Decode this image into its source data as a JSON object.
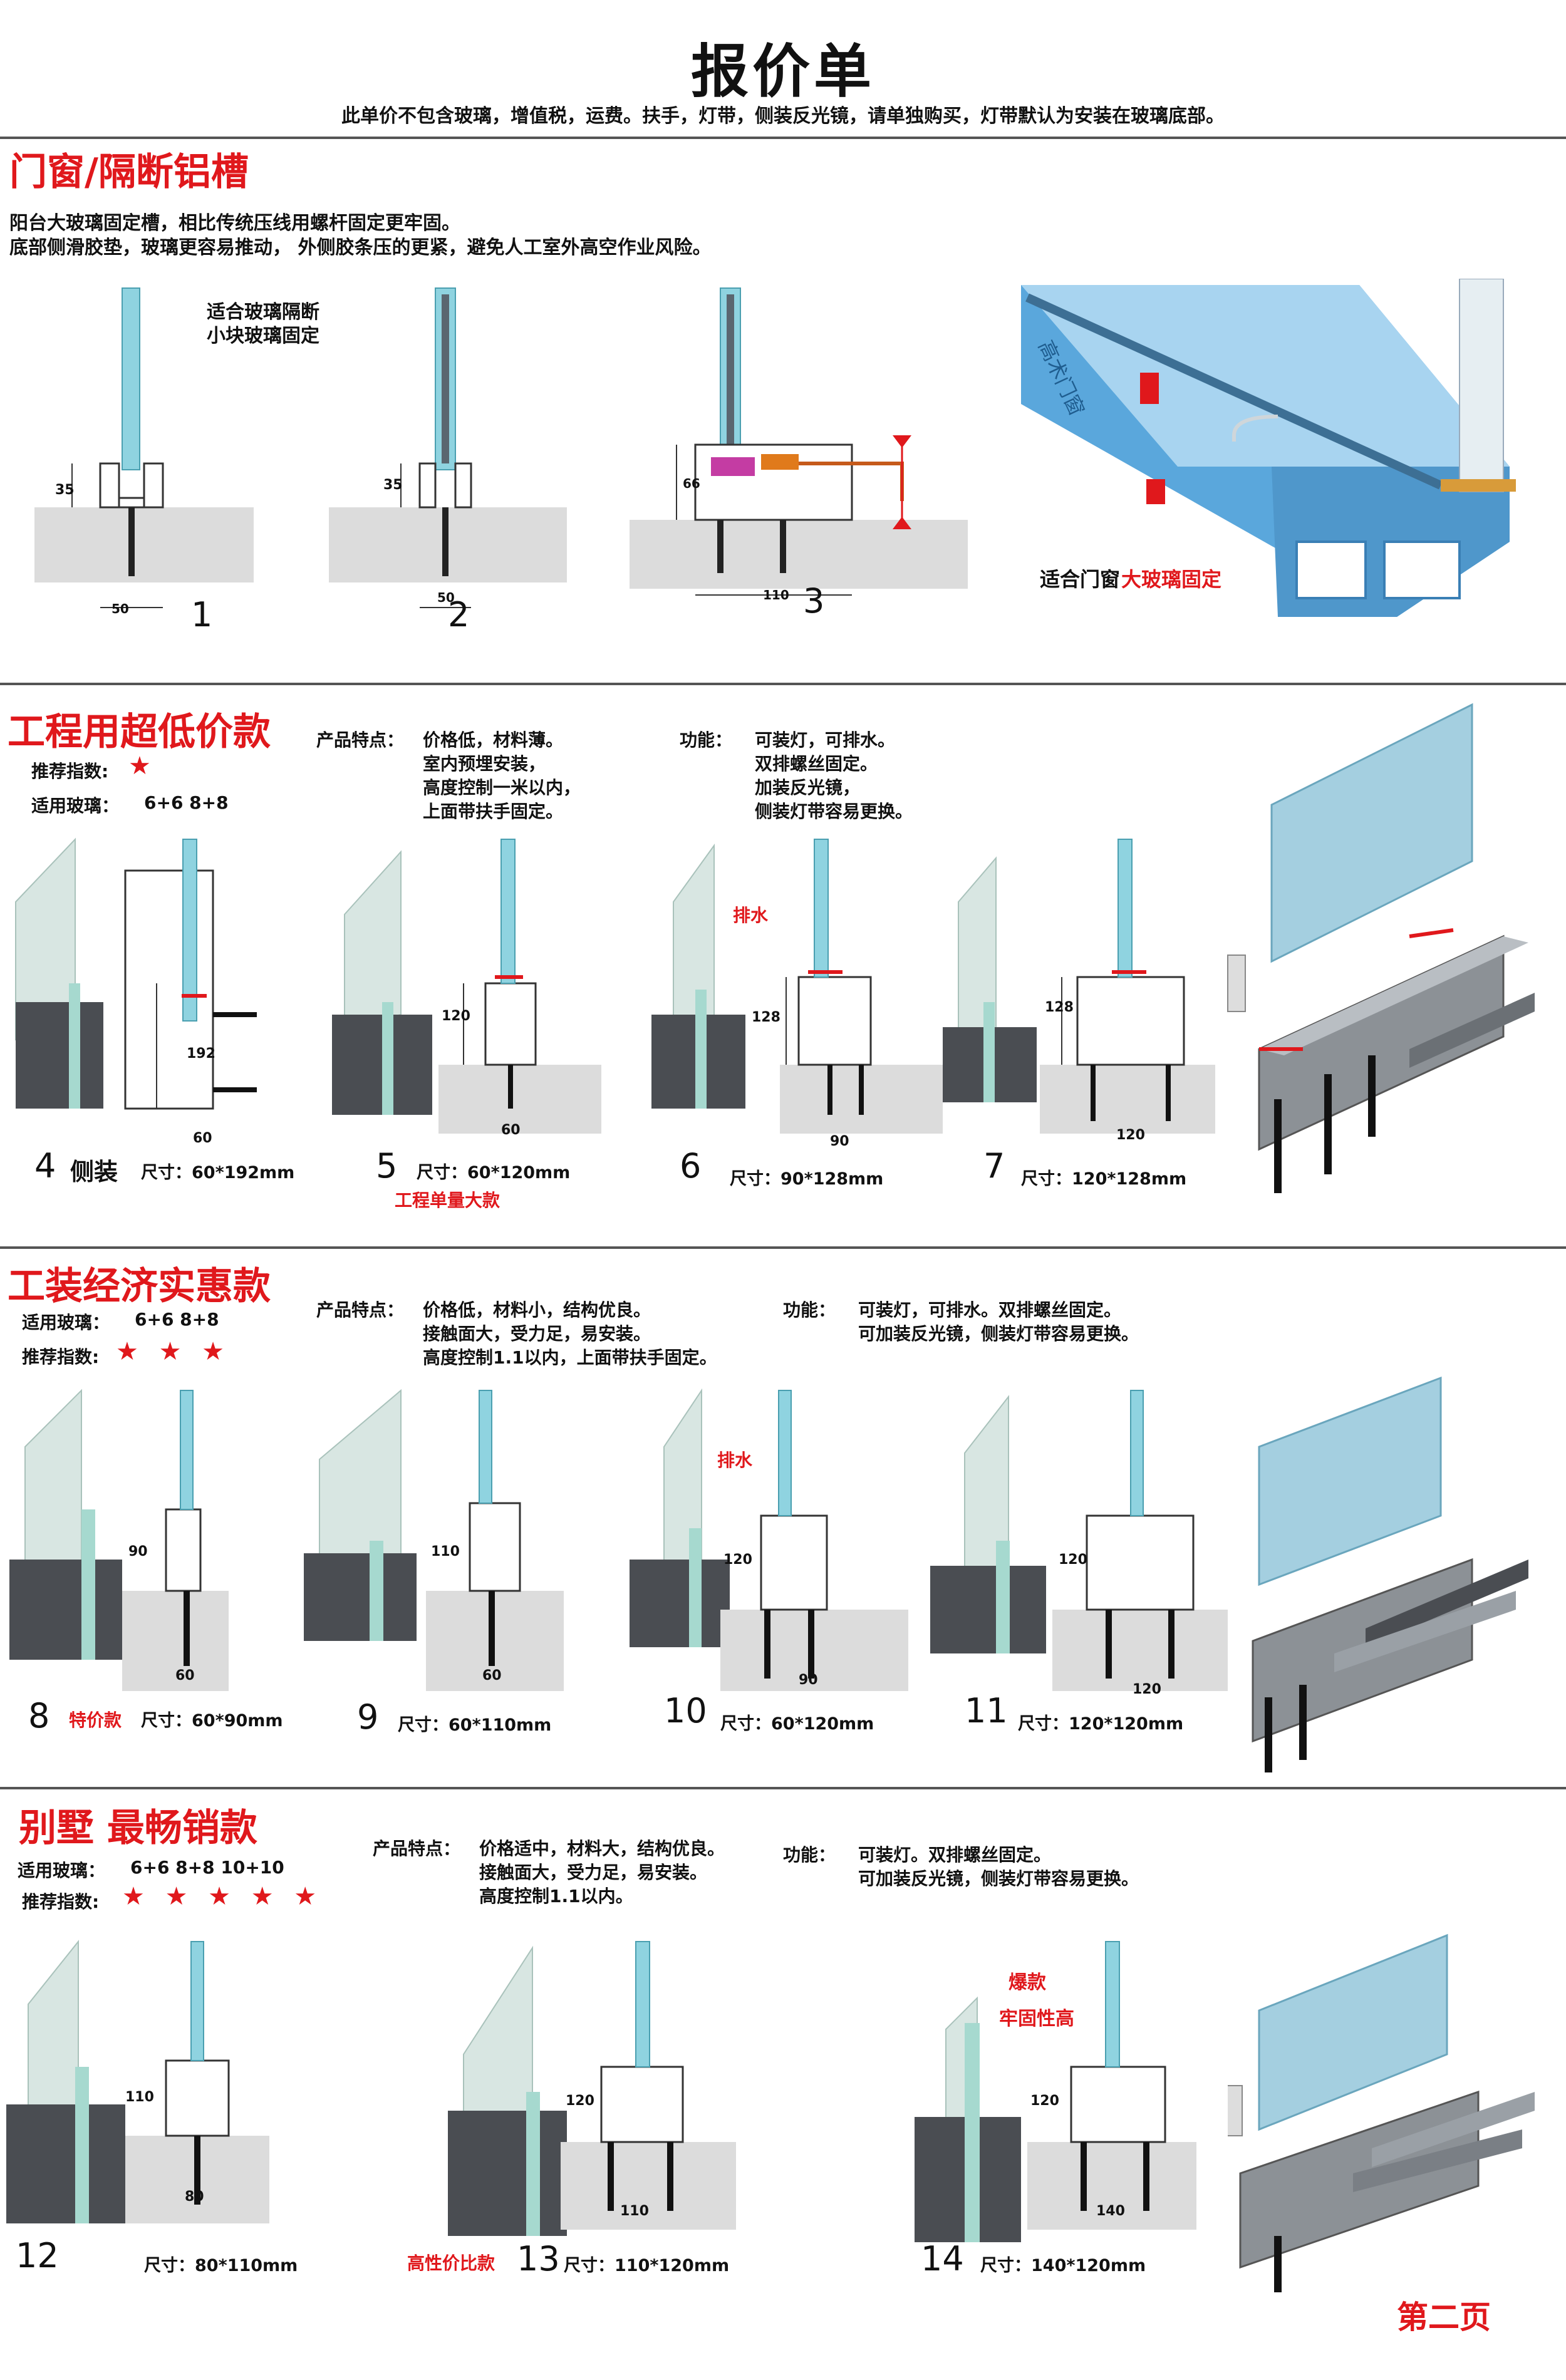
{
  "header": {
    "title": "报价单",
    "subtitle": "此单价不包含玻璃，增值税，运费。扶手，灯带，侧装反光镜，请单独购买，灯带默认为安装在玻璃底部。"
  },
  "section1": {
    "title": "门窗/隔断铝槽",
    "desc_line1": "阳台大玻璃固定槽，相比传统压线用螺杆固定更牢固。",
    "desc_line2": "底部侧滑胶垫，玻璃更容易推动，     外侧胶条压的更紧，避免人工室外高空作业风险。",
    "note_line1": "适合玻璃隔断",
    "note_line2": "小块玻璃固定",
    "item1": {
      "num": "1",
      "dim_h": "35",
      "dim_w": "50"
    },
    "item2": {
      "num": "2",
      "dim_h": "35",
      "dim_w": "50"
    },
    "item3": {
      "num": "3",
      "dim_h": "66",
      "dim_w": "110"
    },
    "photo_brand": "高术门窗",
    "photo_caption_a": "适合门窗",
    "photo_caption_b": "大玻璃固定"
  },
  "section2": {
    "title": "工程用超低价款",
    "rec_label": "推荐指数:",
    "rec_stars": "★",
    "glass_label": "适用玻璃：",
    "glass_values": "6+6   8+8",
    "feature_label": "产品特点：",
    "features": [
      "价格低，材料薄。",
      "室内预埋安装，",
      "高度控制一米以内，",
      "上面带扶手固定。"
    ],
    "function_label": "功能：",
    "functions": [
      "可装灯，可排水。",
      "双排螺丝固定。",
      "加装反光镜，",
      "侧装灯带容易更换。"
    ],
    "drain_label": "排水",
    "item4": {
      "num": "4",
      "extra": "侧装",
      "size": "尺寸：60*192mm",
      "dim_h": "192",
      "dim_w": "60"
    },
    "item5": {
      "num": "5",
      "size": "尺寸：60*120mm",
      "note": "工程单量大款",
      "dim_h": "120",
      "dim_w": "60"
    },
    "item6": {
      "num": "6",
      "size": "尺寸：90*128mm",
      "dim_h": "128",
      "dim_w": "90"
    },
    "item7": {
      "num": "7",
      "size": "尺寸：120*128mm",
      "dim_h": "128",
      "dim_w": "120"
    }
  },
  "section3": {
    "title": "工装经济实惠款",
    "glass_label": "适用玻璃：",
    "glass_values": "6+6   8+8",
    "rec_label": "推荐指数:",
    "rec_stars": "★ ★ ★",
    "feature_label": "产品特点：",
    "features": [
      "价格低，材料小，结构优良。",
      "接触面大，受力足，易安装。",
      "高度控制1.1以内，上面带扶手固定。"
    ],
    "function_label": "功能：",
    "functions": [
      "可装灯，可排水。双排螺丝固定。",
      "可加装反光镜，侧装灯带容易更换。"
    ],
    "drain_label": "排水",
    "item8": {
      "num": "8",
      "extra": "特价款",
      "size": "尺寸：60*90mm",
      "dim_h": "90",
      "dim_w": "60"
    },
    "item9": {
      "num": "9",
      "size": "尺寸：60*110mm",
      "dim_h": "110",
      "dim_w": "60"
    },
    "item10": {
      "num": "10",
      "size": "尺寸：60*120mm",
      "dim_h": "120",
      "dim_w": "90"
    },
    "item11": {
      "num": "11",
      "size": "尺寸：120*120mm",
      "dim_h": "120",
      "dim_w": "120"
    }
  },
  "section4": {
    "title": "别墅  最畅销款",
    "glass_label": "适用玻璃：",
    "glass_values": "6+6   8+8   10+10",
    "rec_label": "推荐指数:",
    "rec_stars": "★ ★ ★ ★ ★",
    "feature_label": "产品特点：",
    "features": [
      "价格适中，材料大，结构优良。",
      "接触面大，受力足，易安装。",
      "高度控制1.1以内。"
    ],
    "function_label": "功能：",
    "functions": [
      "可装灯。双排螺丝固定。",
      "可加装反光镜，侧装灯带容易更换。"
    ],
    "hot_label": "爆款",
    "strong_label": "牢固性高",
    "item12": {
      "num": "12",
      "size": "尺寸：80*110mm",
      "dim_h": "110",
      "dim_w": "80"
    },
    "item13": {
      "num": "13",
      "note": "高性价比款",
      "size": "尺寸：110*120mm",
      "dim_h": "120",
      "dim_w": "110"
    },
    "item14": {
      "num": "14",
      "size": "尺寸：140*120mm",
      "dim_h": "120",
      "dim_w": "140"
    }
  },
  "footer": {
    "page": "第二页"
  },
  "colors": {
    "accent": "#e0181c",
    "glass": "#8fd3e0",
    "profile": "#4a4d52",
    "profile_light": "#9aa0a6",
    "photo_blue": "#5aa7dc"
  }
}
